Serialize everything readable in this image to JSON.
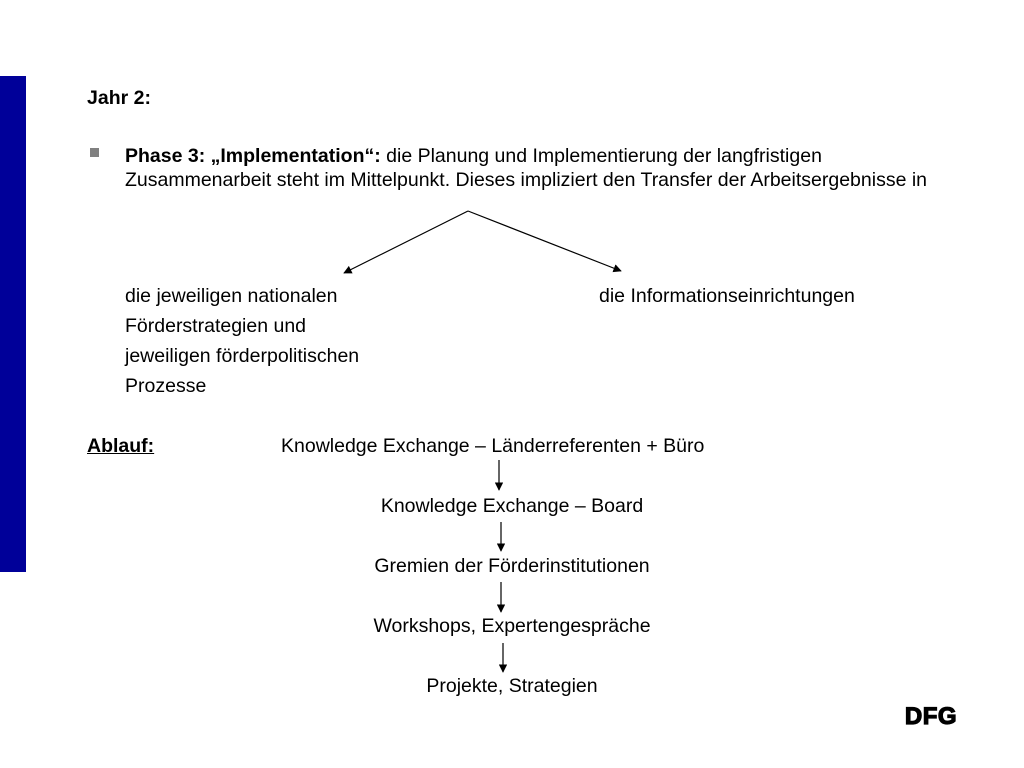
{
  "colors": {
    "accent_bar": "#000099",
    "bullet": "#808080",
    "text": "#000000"
  },
  "heading": "Jahr 2:",
  "phase": {
    "label": "Phase 3: „Implementation“:",
    "text": " die Planung und Implementierung der langfristigen Zusammenarbeit steht im Mittelpunkt. Dieses impliziert den Transfer der Arbeitsergebnisse in"
  },
  "branches": {
    "left": [
      "die jeweiligen nationalen",
      "Förderstrategien und",
      "jeweiligen förderpolitischen",
      "Prozesse"
    ],
    "right": "die Informationseinrichtungen"
  },
  "ablauf": {
    "label": "Ablauf:",
    "steps": [
      "Knowledge Exchange – Länderreferenten + Büro",
      "Knowledge Exchange – Board",
      "Gremien der Förderinstitutionen",
      "Workshops, Expertengespräche",
      "Projekte, Strategien"
    ]
  },
  "logo": {
    "text": "DFG",
    "icon": "dfg-logo-icon"
  }
}
